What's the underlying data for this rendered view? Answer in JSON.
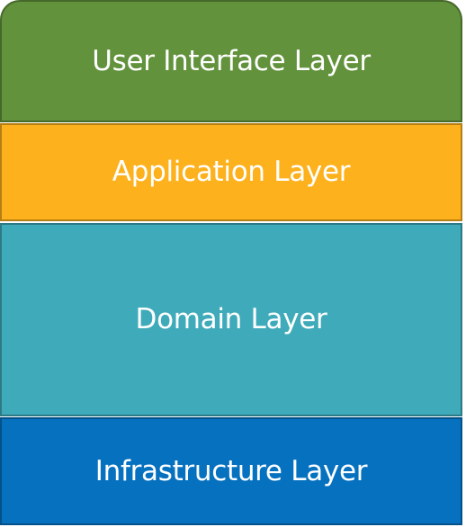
{
  "layers": [
    {
      "label": "User Interface Layer",
      "color": "#62923C"
    },
    {
      "label": "Application Layer",
      "color": "#FCB11D"
    },
    {
      "label": "Domain Layer",
      "color": "#3FAABA"
    },
    {
      "label": "Infrastructure Layer",
      "color": "#0671BF"
    }
  ]
}
